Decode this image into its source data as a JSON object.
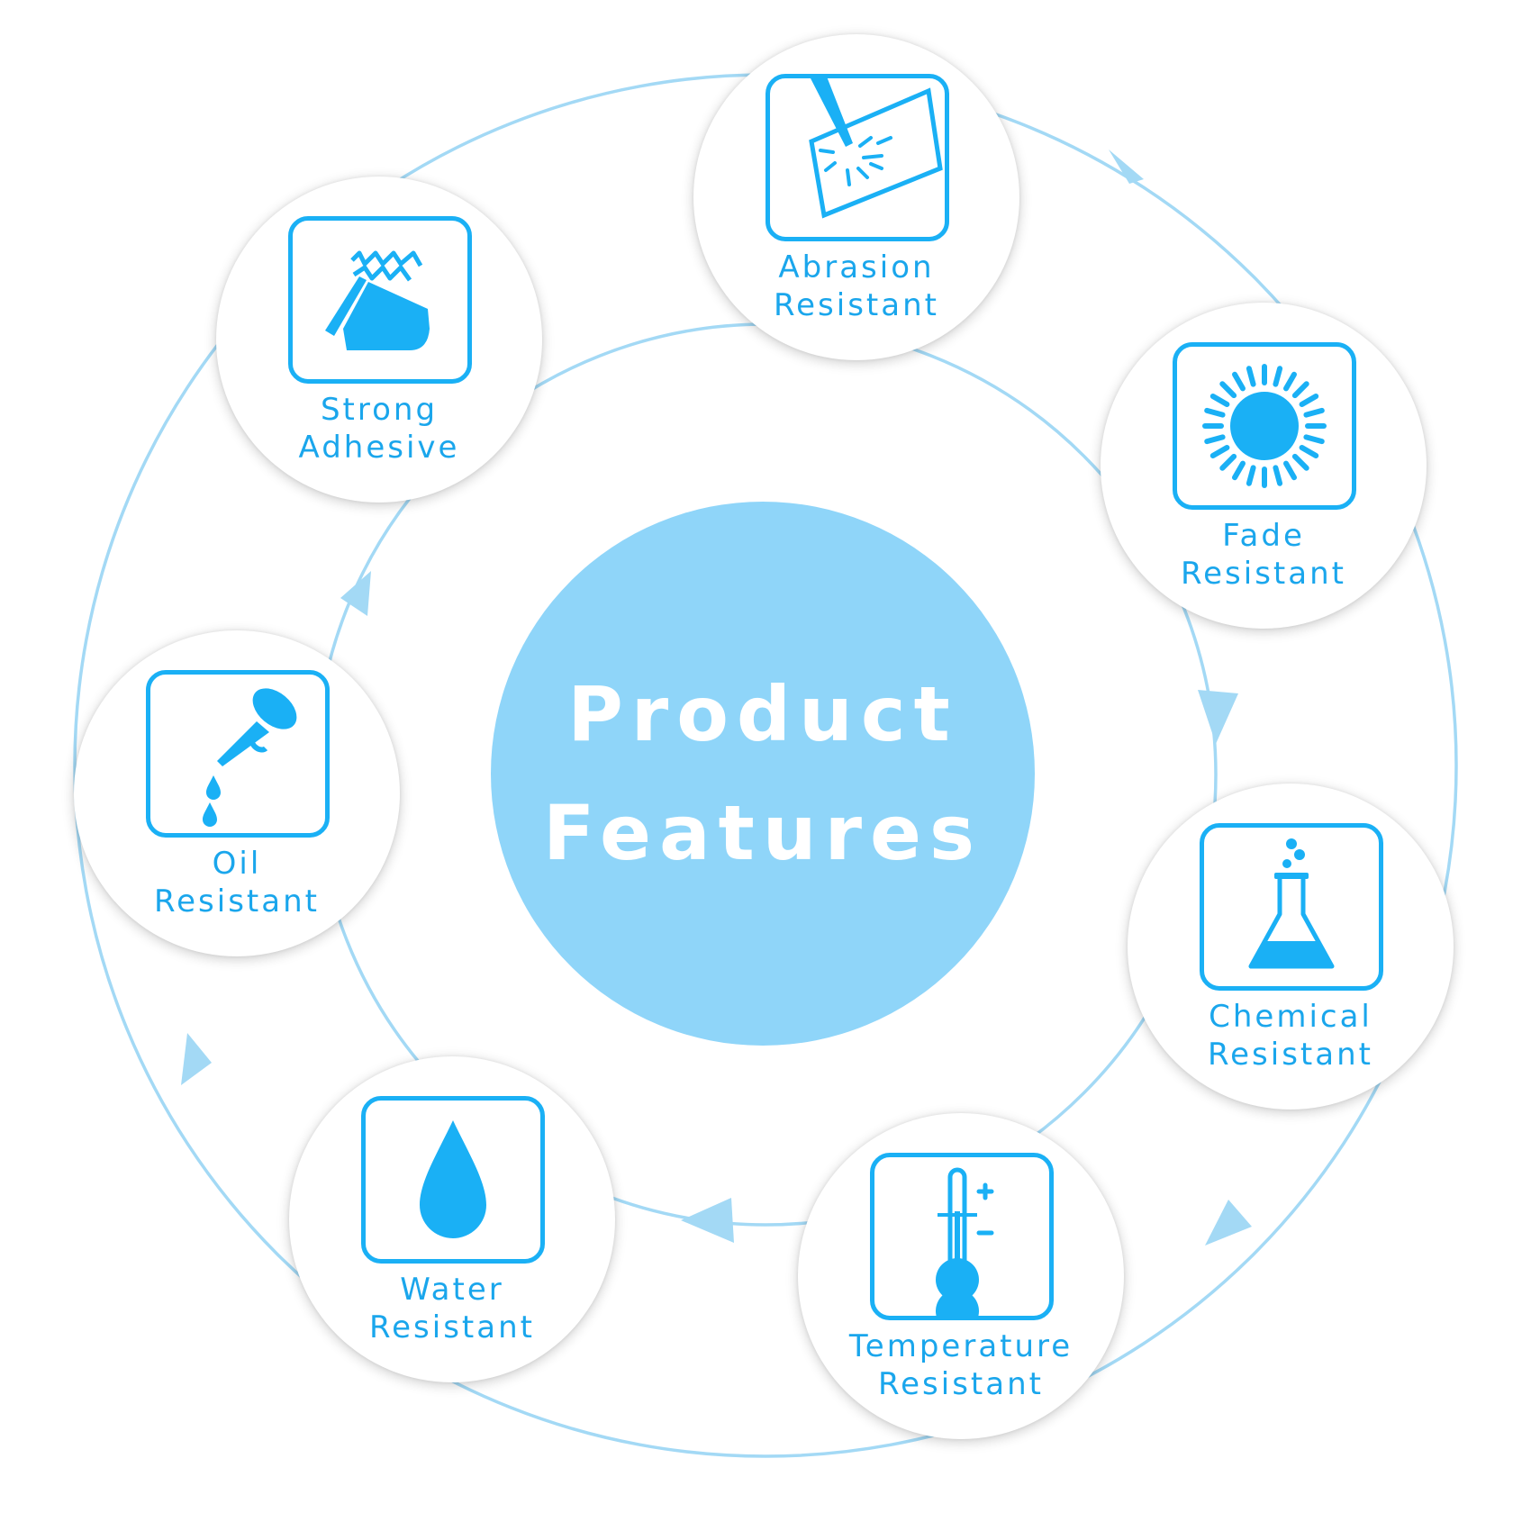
{
  "center": {
    "line1": "Product",
    "line2": "Features"
  },
  "features": [
    {
      "line1": "Abrasion",
      "line2": "Resistant",
      "icon": "abrasion-icon"
    },
    {
      "line1": "Fade",
      "line2": "Resistant",
      "icon": "sun-icon"
    },
    {
      "line1": "Chemical",
      "line2": "Resistant",
      "icon": "flask-icon"
    },
    {
      "line1": "Temperature",
      "line2": "Resistant",
      "icon": "thermometer-icon"
    },
    {
      "line1": "Water",
      "line2": "Resistant",
      "icon": "water-drop-icon"
    },
    {
      "line1": "Oil",
      "line2": "Resistant",
      "icon": "oil-can-icon"
    },
    {
      "line1": "Strong",
      "line2": "Adhesive",
      "icon": "adhesive-icon"
    }
  ],
  "colors": {
    "accent": "#1ab0f5",
    "center": "#8fd5f9",
    "ring": "#a3d9f5"
  }
}
